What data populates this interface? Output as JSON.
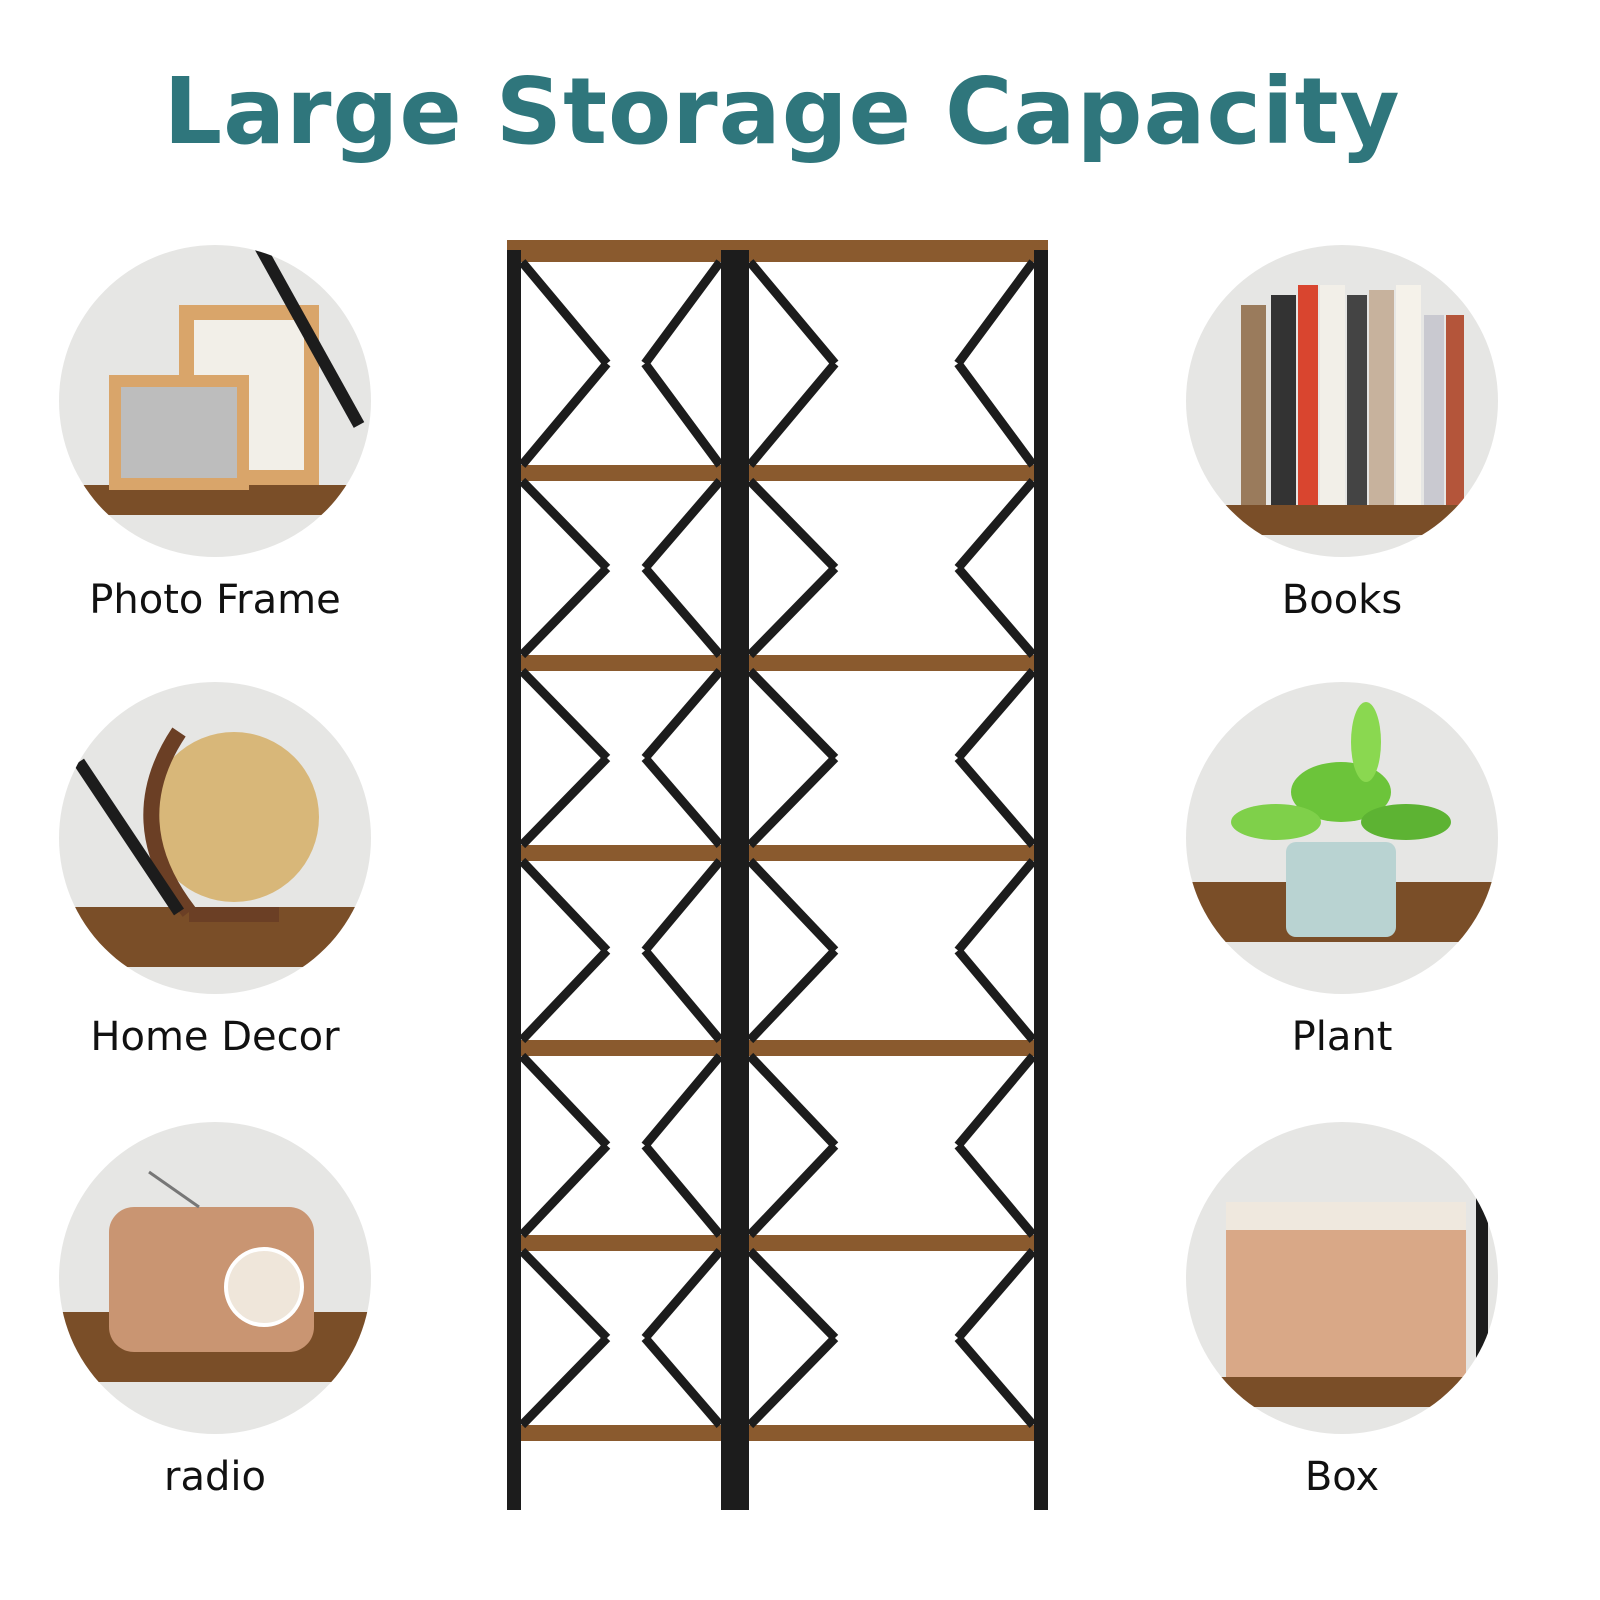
{
  "title": "Large Storage Capacity",
  "colors": {
    "title": "#2f767c",
    "wood": "#8a5a2e",
    "frame": "#1c1c1c"
  },
  "features_left": [
    {
      "label": "Photo Frame",
      "icon": "photo-frame"
    },
    {
      "label": "Home Decor",
      "icon": "globe"
    },
    {
      "label": "radio",
      "icon": "radio"
    }
  ],
  "features_right": [
    {
      "label": "Books",
      "icon": "books"
    },
    {
      "label": "Plant",
      "icon": "plant"
    },
    {
      "label": "Box",
      "icon": "wicker-box"
    }
  ]
}
